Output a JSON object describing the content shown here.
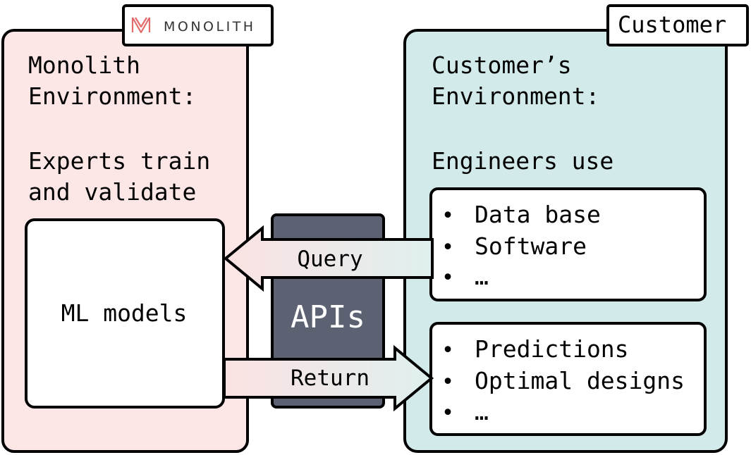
{
  "monolith_panel": {
    "logo_text": "MONOLITH",
    "title_line1": "Monolith",
    "title_line2": "Environment:",
    "desc_line1": "Experts train",
    "desc_line2": "and validate",
    "ml_box_label": "ML models"
  },
  "customer_panel": {
    "tag": "Customer",
    "title_line1": "Customer’s",
    "title_line2": "Environment:",
    "desc": "Engineers use",
    "inputs_list": [
      "Data base",
      "Software",
      "…"
    ],
    "outputs_list": [
      "Predictions",
      "Optimal designs",
      "…"
    ]
  },
  "api": {
    "label": "APIs",
    "query_label": "Query",
    "return_label": "Return"
  },
  "colors": {
    "monolith_bg": "#fde6e6",
    "customer_bg": "#d2ebea",
    "api_bg": "#5d6273",
    "logo_accent": "#e36b6b",
    "arrow_light": "#e3f1f1",
    "arrow_pink": "#fbe2e2"
  }
}
